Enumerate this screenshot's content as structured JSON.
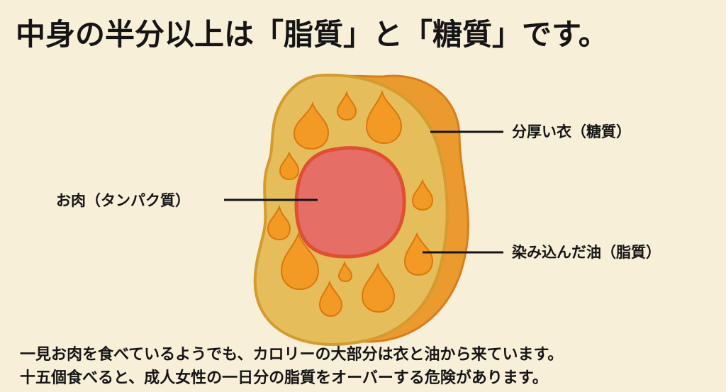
{
  "title": "中身の半分以上は「脂質」と「糖質」です。",
  "diagram": {
    "colors": {
      "background": "#f8efd9",
      "coating_front": "#e6bd5b",
      "coating_back": "#eb9b2e",
      "meat": "#e56f66",
      "oil": "#f29a23",
      "callout": "#151515"
    },
    "icons": [
      "fried-chicken-cross-section-icon",
      "meat-core-icon",
      "oil-drop-icon"
    ],
    "labels": {
      "coating": "分厚い衣（糖質）",
      "meat": "お肉（タンパク質）",
      "oil": "染み込んだ油（脂質）"
    }
  },
  "description": {
    "line1": "一見お肉を食べているようでも、カロリーの大部分は衣と油から来ています。",
    "line2": "十五個食べると、成人女性の一日分の脂質をオーバーする危険があります。"
  }
}
